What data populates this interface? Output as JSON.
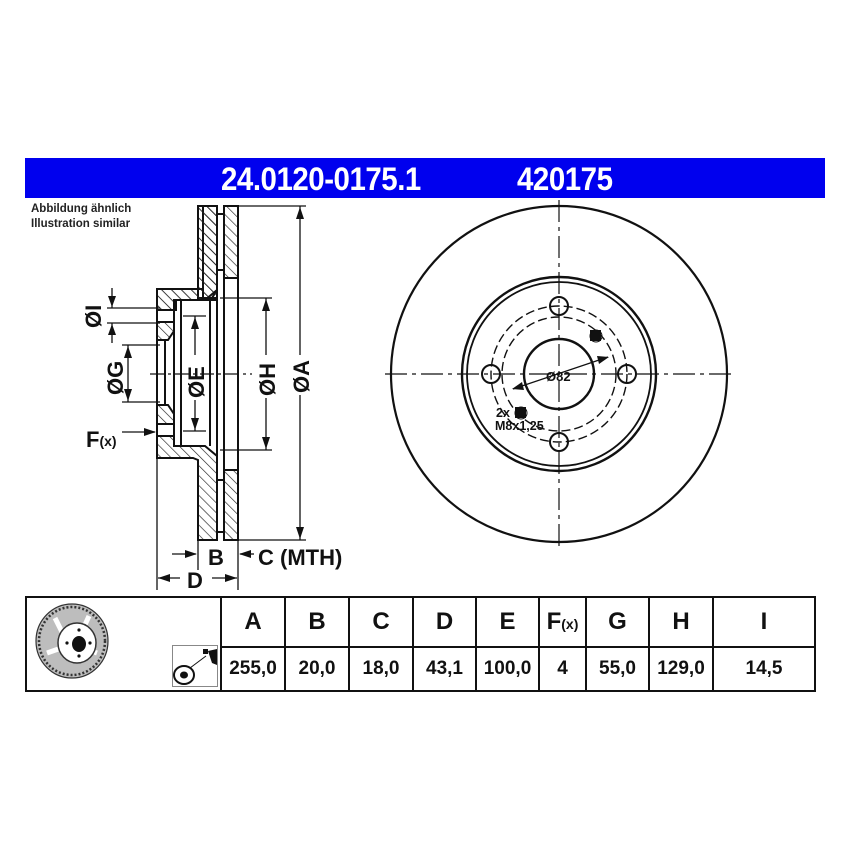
{
  "header": {
    "part_number": "24.0120-0175.1",
    "short_code": "420175",
    "background_color": "#0000ee",
    "text_color": "#ffffff"
  },
  "note": {
    "line1": "Abbildung ähnlich",
    "line2": "Illustration similar"
  },
  "side_view": {
    "labels": {
      "dia_i": "ØI",
      "dia_g": "ØG",
      "dia_e": "ØE",
      "dia_h": "ØH",
      "dia_a": "ØA",
      "f": "F",
      "f_sub": "(x)",
      "b": "B",
      "c": "C (MTH)",
      "d": "D"
    }
  },
  "front_view": {
    "center_bore_label": "Ø82",
    "thread_count": "2x",
    "thread_spec": "M8x1,25"
  },
  "spec_table": {
    "icons": [
      "brake-disc-thumbnail",
      "spray-cleaner-icon"
    ],
    "columns": [
      {
        "key": "A",
        "label": "A",
        "value": "255,0"
      },
      {
        "key": "B",
        "label": "B",
        "value": "20,0"
      },
      {
        "key": "C",
        "label": "C",
        "value": "18,0"
      },
      {
        "key": "D",
        "label": "D",
        "value": "43,1"
      },
      {
        "key": "E",
        "label": "E",
        "value": "100,0"
      },
      {
        "key": "F",
        "label": "F",
        "label_sub": "(x)",
        "value": "4"
      },
      {
        "key": "G",
        "label": "G",
        "value": "55,0"
      },
      {
        "key": "H",
        "label": "H",
        "value": "129,0"
      },
      {
        "key": "I",
        "label": "I",
        "value": "14,5"
      }
    ]
  }
}
